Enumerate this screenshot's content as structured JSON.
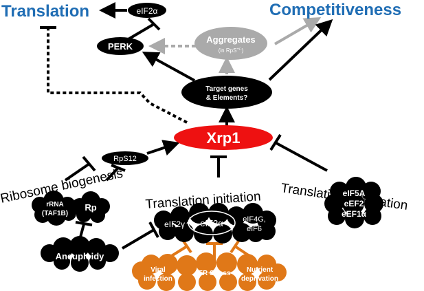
{
  "colors": {
    "title_blue": "#1f6db4",
    "xrp1_red": "#ee1111",
    "stress_orange": "#e07818",
    "aggregates_gray": "#aaaaaa",
    "node_black": "#000000"
  },
  "labels": {
    "translation": "Translation",
    "competitiveness": "Competitiveness",
    "eif2a_top": "eIF2α",
    "perk": "PERK",
    "aggregates": "Aggregates",
    "aggregates_sub": "(in RpS+/-)",
    "target_line1": "Target genes",
    "target_line2": "& Elements?",
    "xrp1": "Xrp1",
    "rps12": "RpS12",
    "ribosome_biogenesis": "Ribosome biogenesis",
    "translation_initiation": "Translation initiation",
    "translation_elongation": "Translation elongation",
    "rrna_line1": "rRNA",
    "rrna_line2": "(TAF1B)",
    "rp": "Rp",
    "aneuploidy": "Aneuploidy",
    "eif2g": "eIF2γ",
    "eif2a_mid": "eIF2α",
    "eif4g_line1": "eIF4G,",
    "eif4g_line2": "eIF6",
    "elong_line1": "eIF5A",
    "elong_line2": "eEF2",
    "elong_line3": "eEF1α",
    "viral_line1": "Viral",
    "viral_line2": "infection",
    "er_stress": "ER Stress",
    "nutrient_line1": "Nutrient",
    "nutrient_line2": "deprivation"
  }
}
